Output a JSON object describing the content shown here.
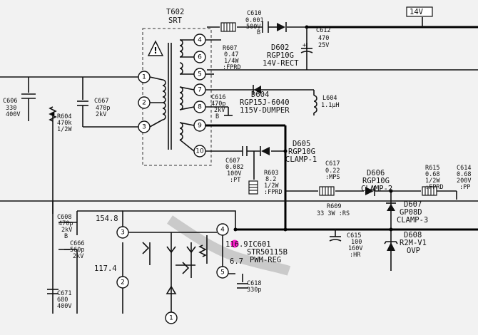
{
  "colors": {
    "background": "#f2f2f2",
    "ink": "#111111",
    "marker": "#ff1fd0"
  },
  "icons": [
    "warning-icon"
  ],
  "pins": {
    "p1": "1",
    "p2": "2",
    "p3": "3",
    "p4": "4",
    "p5": "5",
    "p6": "6",
    "p7": "7",
    "p8": "8",
    "p9": "9",
    "p10": "10",
    "ic1": "1",
    "ic2": "2",
    "ic3": "3",
    "ic4": "4",
    "ic5": "5"
  },
  "labels": {
    "rail_14v": "14V",
    "t602": "T602",
    "srt": "SRT",
    "c610": [
      "C610",
      "0.001",
      "500V",
      "B"
    ],
    "r607": [
      "R607",
      "0.47",
      "1/4W",
      ":FPRD"
    ],
    "d602": [
      "D602",
      "RGP10G",
      "14V-RECT"
    ],
    "c612": [
      "C612",
      "470",
      "25V"
    ],
    "c606": [
      "C606",
      "330",
      "400V"
    ],
    "r604": [
      "R604",
      "470k",
      "1/2W"
    ],
    "c667": [
      "C667",
      "470p",
      "2kV"
    ],
    "d604": [
      "D604",
      "RGP15J-6040",
      "115V-DUMPER"
    ],
    "c616": [
      "C616",
      "470p",
      "2kV",
      "B"
    ],
    "l604": [
      "L604",
      "1.1μH"
    ],
    "d605": [
      "D605",
      "RGP10G",
      "CLAMP-1"
    ],
    "c607": [
      "C607",
      "0.082",
      "100V",
      ":PT"
    ],
    "r603": [
      "R603",
      "8.2",
      "1/2W",
      ":FPRD"
    ],
    "c617": [
      "C617",
      "0.22",
      ":MPS"
    ],
    "r609": [
      "R609",
      "33 3W :RS"
    ],
    "d606": [
      "D606",
      "RGP10G",
      "CLAMP-2"
    ],
    "r615": [
      "R615",
      "0.68",
      "1/2W",
      ":FPRD"
    ],
    "c614": [
      "C614",
      "0.68",
      "200V",
      ":PP"
    ],
    "d607": [
      "D607",
      "GP08D",
      "CLAMP-3"
    ],
    "d608": [
      "D608",
      "R2M-V1",
      "OVP"
    ],
    "c615": [
      "C615",
      "100",
      "160V",
      ":HR"
    ],
    "ic601": [
      "IC601",
      "STR50115B",
      "PWM-REG"
    ],
    "c608": [
      "C608",
      "470p",
      "2kV",
      "B"
    ],
    "c666": [
      "C666",
      "560p",
      "2kV"
    ],
    "c671": [
      "C671",
      "680",
      "400V"
    ],
    "c618": [
      "C618",
      "330p"
    ],
    "volts": {
      "pin3": "154.8",
      "pin4": "116.9",
      "pin2": "117.4",
      "pin5": "6.7"
    }
  }
}
